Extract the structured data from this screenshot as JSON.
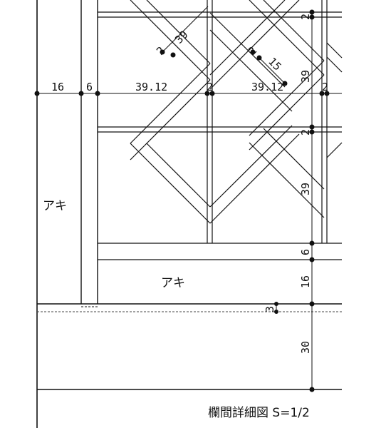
{
  "drawing": {
    "title": "欄間詳細図 S=1/2",
    "labels": {
      "gap_left": "アキ",
      "gap_bottom": "アキ"
    },
    "dims_horizontal": {
      "d16": "16",
      "d6": "6",
      "d3912a": "39.12",
      "d2a": "2",
      "d3912b": "39.12",
      "d2b": "2"
    },
    "dims_diagonal": {
      "d39": "39",
      "d2c": "2",
      "d2d": "2",
      "d15": "15"
    },
    "dims_vertical": {
      "v2top": "2",
      "v39a": "39",
      "v2mid": "2",
      "v39b": "39",
      "v6": "6",
      "v16": "16",
      "v3": "3",
      "v30": "30"
    }
  }
}
